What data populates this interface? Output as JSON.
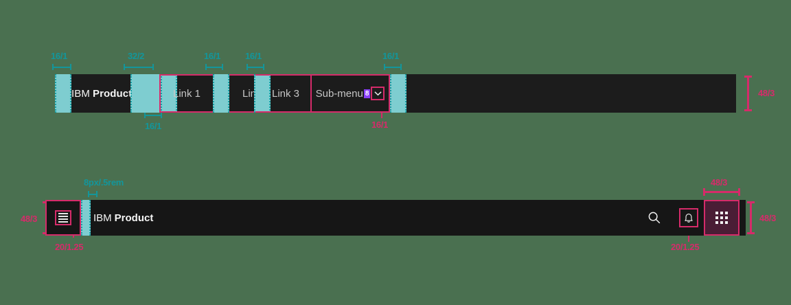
{
  "page": {
    "background_color": "#4a7050",
    "accent_pink": "#d62b6a",
    "accent_teal": "#13969b",
    "spacer_teal": "#7ecdd0",
    "bar_dark": "#1c1c1c",
    "badge_purple": "#8a3ffc"
  },
  "top_bar": {
    "brand": {
      "prefix": "IBM",
      "name": "Product"
    },
    "links": [
      {
        "label": "Link 1"
      },
      {
        "label": "Link 2"
      },
      {
        "label": "Link 3"
      }
    ],
    "submenu": {
      "label": "Sub-menu",
      "badge": "8",
      "icon": "chevron-down-icon"
    },
    "annotations": {
      "left_pad": "16/1",
      "brand_gap": "32/2",
      "brand_gap_small": "16/1",
      "link_gap_1": "16/1",
      "link_gap_2": "16/1",
      "submenu_gap": "16/1",
      "chevron_size": "16/1",
      "bar_height": "48/3"
    }
  },
  "bottom_bar": {
    "menu_icon": "hamburger-menu-icon",
    "brand": {
      "prefix": "IBM",
      "name": "Product"
    },
    "actions": [
      {
        "icon": "search-icon"
      },
      {
        "icon": "notification-bell-icon"
      },
      {
        "icon": "app-switcher-grid-icon"
      }
    ],
    "annotations": {
      "gap_label": "8px/.5rem",
      "bar_height_left": "48/3",
      "menu_icon_size": "20/1.25",
      "bell_icon_size": "20/1.25",
      "app_switcher_width": "48/3",
      "app_switcher_height": "48/3"
    }
  }
}
